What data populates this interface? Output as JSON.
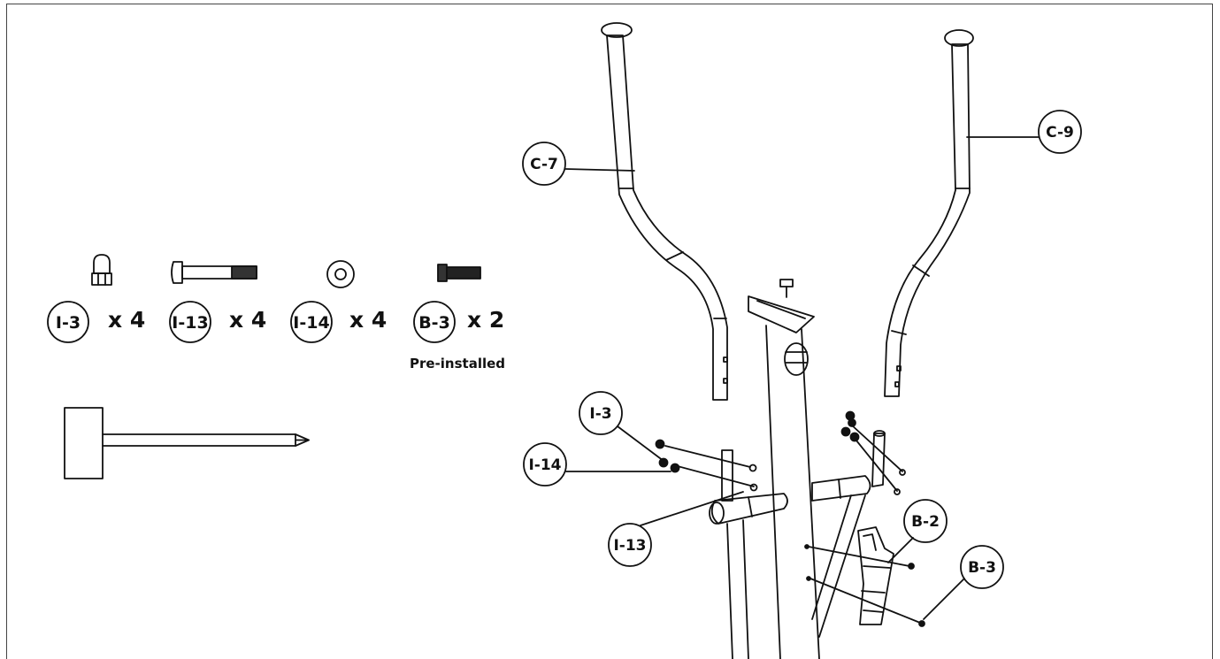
{
  "parts": {
    "i3": {
      "label": "I-3",
      "qty": "x 4"
    },
    "i13": {
      "label": "I-13",
      "qty": "x 4"
    },
    "i14": {
      "label": "I-14",
      "qty": "x 4"
    },
    "b3": {
      "label": "B-3",
      "qty": "x 2",
      "note": "Pre-installed"
    }
  },
  "callouts": {
    "c7": "C-7",
    "c9": "C-9",
    "i3": "I-3",
    "i14": "I-14",
    "i13": "I-13",
    "b2": "B-2",
    "b3": "B-3"
  },
  "icons": {
    "tool": "screwdriver-icon"
  }
}
